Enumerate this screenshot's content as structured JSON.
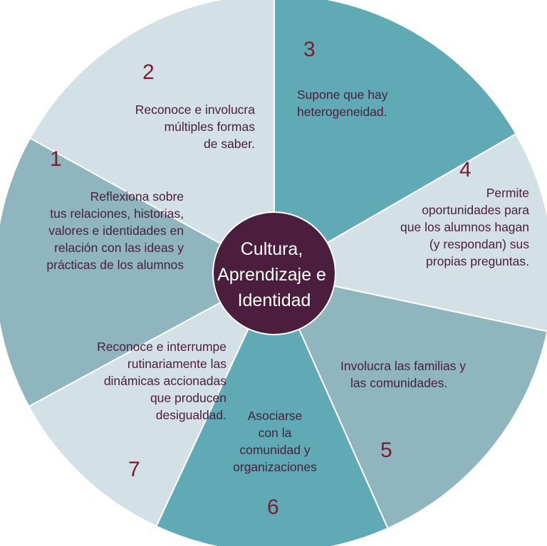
{
  "center": {
    "lines": [
      "Cultura,",
      "Aprendizaje e",
      "Identidad"
    ]
  },
  "segments": [
    {
      "number": "1",
      "lines": [
        "Reflexiona sobre",
        "tus relaciones, historias,",
        "valores e identidades en",
        "relación con las ideas y",
        "prácticas de los alumnos"
      ],
      "color": "#8fb5bf"
    },
    {
      "number": "2",
      "lines": [
        "Reconoce e involucra",
        "múltiples formas",
        "de saber."
      ],
      "color": "#d3e1e7"
    },
    {
      "number": "3",
      "lines": [
        "Supone que hay",
        "heterogeneidad."
      ],
      "color": "#5faab5"
    },
    {
      "number": "4",
      "lines": [
        "Permite",
        "oportunidades para",
        "que los alumnos hagan",
        "(y respondan) sus",
        "propias preguntas."
      ],
      "color": "#d3e1e7"
    },
    {
      "number": "5",
      "lines": [
        "Involucra las familias y",
        "las comunidades."
      ],
      "color": "#8fb5bf"
    },
    {
      "number": "6",
      "lines": [
        "Asociarse",
        "con la",
        "comunidad y",
        "organizaciones"
      ],
      "color": "#5faab5"
    },
    {
      "number": "7",
      "lines": [
        "Reconoce e interrumpe",
        "rutinariamente las",
        "dinámicas accionadas",
        "que producen",
        "desigualdad."
      ],
      "color": "#d3e1e7"
    }
  ],
  "colors": {
    "hub": "#4a1e3c",
    "hub_text": "#ffffff",
    "label_text": "#4a1e3c",
    "number_text": "#7a1c34",
    "divider": "#ffffff"
  }
}
